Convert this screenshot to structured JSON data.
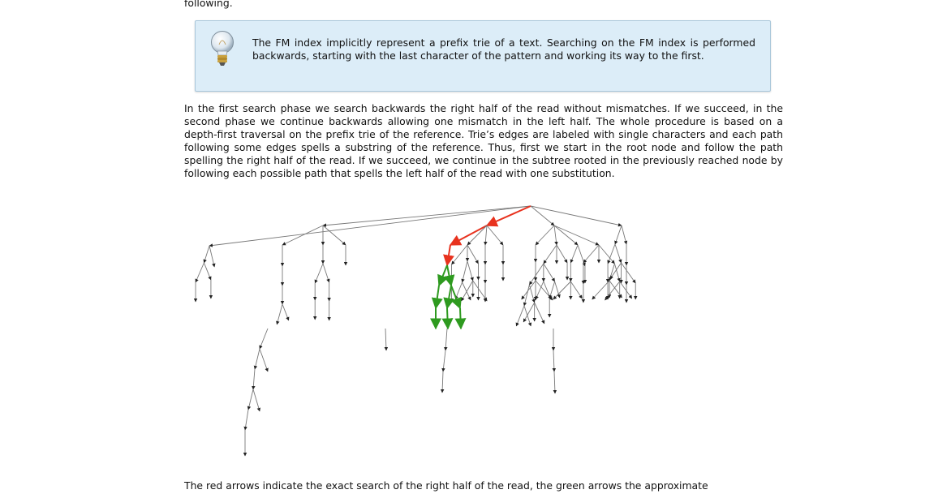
{
  "top_fragment": "following.",
  "note": {
    "icon": "lightbulb-icon",
    "text": "The FM index implicitly represent a prefix trie of a text. Searching on the FM index is performed backwards, starting with the last character of the pattern and working its way to the first."
  },
  "paragraph1": "In the first search phase we search backwards the right half of the read without mismatches. If we succeed, in the second phase we continue backwards allowing one mismatch in the left half. The whole procedure is based on a depth-first traversal on the prefix trie of the reference. Trie’s edges are labeled with single characters and each path following some edges spells a substring of the reference. Thus, first we start in the root node and follow the path spelling the right half of the read. If we succeed, we continue in the subtree rooted in the previously reached node by following each possible path that spells the left half of the read with one substitution.",
  "paragraph2": "The red arrows indicate the exact search of the right half of the read, the green arrows the approximate",
  "colors": {
    "exact_search": "#e8321e",
    "approx_search": "#2e9a1f",
    "edge": "#777777",
    "note_background": "#dcedf8",
    "note_border": "#a9c7da"
  }
}
